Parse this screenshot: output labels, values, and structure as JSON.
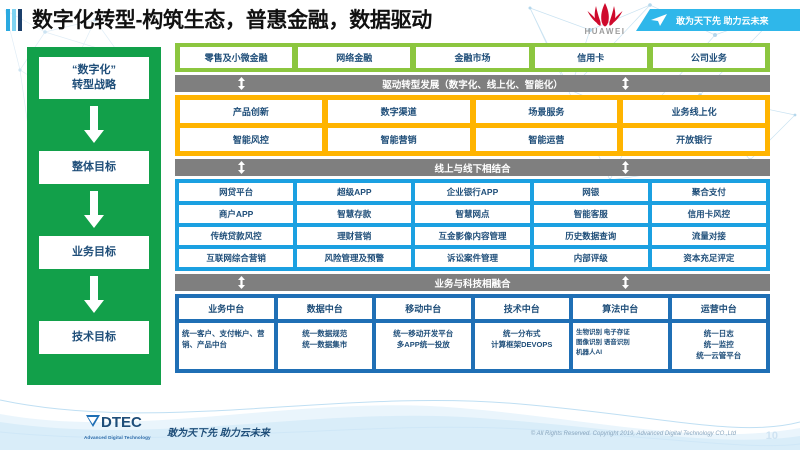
{
  "header": {
    "title": "数字化转型-构筑生态，普惠金融，数据驱动",
    "brand": "HUAWEI",
    "ribbon_text": "敢为天下先 助力云未来"
  },
  "strategy": {
    "items": [
      {
        "line1": "“数字化”",
        "line2": "转型战略"
      },
      {
        "line1": "整体目标",
        "line2": ""
      },
      {
        "line1": "业务目标",
        "line2": ""
      },
      {
        "line1": "技术目标",
        "line2": ""
      }
    ]
  },
  "business_lines": {
    "cells": [
      "零售及小微金融",
      "网络金融",
      "金融市场",
      "信用卡",
      "公司业务"
    ]
  },
  "connector1": {
    "label": "驱动转型发展（数字化、线上化、智能化）"
  },
  "transformation": {
    "row1": [
      "产品创新",
      "数字渠道",
      "场景服务",
      "业务线上化"
    ],
    "row2": [
      "智能风控",
      "智能营销",
      "智能运营",
      "开放银行"
    ]
  },
  "connector2": {
    "label": "线上与线下相结合"
  },
  "channels": {
    "row1": [
      "网贷平台",
      "超级APP",
      "企业银行APP",
      "网银",
      "聚合支付"
    ],
    "row2": [
      "商户APP",
      "智慧存款",
      "智慧网点",
      "智能客服",
      "信用卡风控"
    ],
    "row3": [
      "传统贷款风控",
      "理财营销",
      "互金影像内容管理",
      "历史数据查询",
      "流量对接"
    ],
    "row4": [
      "互联网综合营销",
      "风险管理及预警",
      "诉讼案件管理",
      "内部评级",
      "资本充足评定"
    ]
  },
  "connector3": {
    "label": "业务与科技相融合"
  },
  "platforms": {
    "columns": [
      {
        "head": "业务中台",
        "body": "统一客户、支付帐户、营销、产品中台"
      },
      {
        "head": "数据中台",
        "body": "统一数据规范\n统一数据集市"
      },
      {
        "head": "移动中台",
        "body": "统一移动开发平台\n多APP统一投放"
      },
      {
        "head": "技术中台",
        "body": "统一分布式\n计算框架DEVOPS"
      },
      {
        "head": "算法中台",
        "body": "生物识别 电子存证\n图像识别 语音识别\n机器人AI"
      },
      {
        "head": "运营中台",
        "body": "统一日志\n统一监控\n统一云管平台"
      }
    ]
  },
  "footer": {
    "logo_text": "DTEC",
    "logo_sub": "Advanced Digital Technology",
    "slogan": "敢为天下先  助力云未来",
    "copyright": "© All Rights Reserved. Copyright 2019, Advanced Digital Technology CO.,Ltd",
    "page_number": "10"
  },
  "colors": {
    "green_strategy": "#12A04A",
    "green_band": "#8CC63F",
    "gray_band": "#7F7F7F",
    "orange_band": "#FFB400",
    "blue_band": "#1BA0E1",
    "dark_blue_band": "#1F6FB5",
    "text_blue": "#1F4E79"
  }
}
